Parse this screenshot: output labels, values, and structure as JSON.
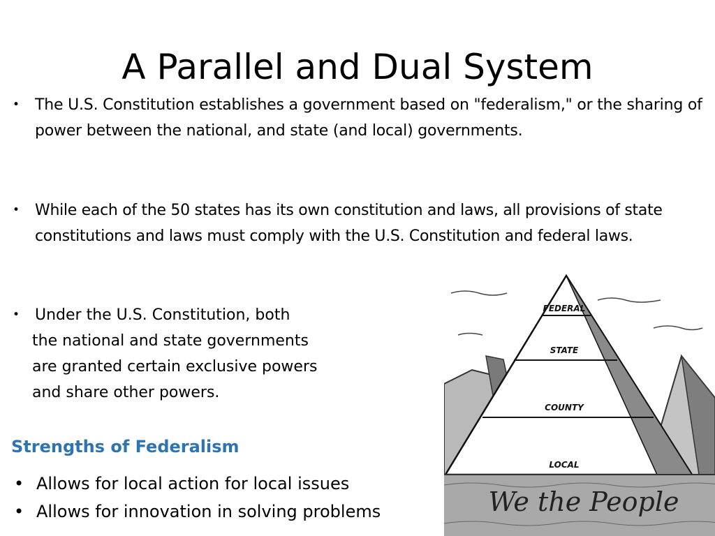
{
  "slide": {
    "title": "A Parallel and Dual System"
  },
  "bullets": [
    {
      "marker": "•",
      "text": "The U.S. Constitution establishes a government based on \"federalism,\" or the sharing of power between the national, and state (and local) governments."
    },
    {
      "marker": "•",
      "text": "While each of the 50 states has its own constitution and laws, all provisions of state constitutions and laws must comply with the U.S. Constitution and federal laws."
    },
    {
      "marker": "•",
      "first_line": "Under the U.S. Constitution, both",
      "continuation": [
        "the national and state governments",
        "are granted certain exclusive powers",
        "and share other powers."
      ]
    }
  ],
  "strengths": {
    "heading": "Strengths of Federalism",
    "heading_color": "#2E74B5",
    "items": [
      {
        "marker": "•",
        "text": "Allows for local action for local issues"
      },
      {
        "marker": "•",
        "text": "Allows for innovation in solving problems"
      }
    ]
  },
  "cartoon": {
    "levels": [
      "FEDERAL",
      "STATE",
      "COUNTY",
      "LOCAL"
    ],
    "base_label": "We the People"
  }
}
